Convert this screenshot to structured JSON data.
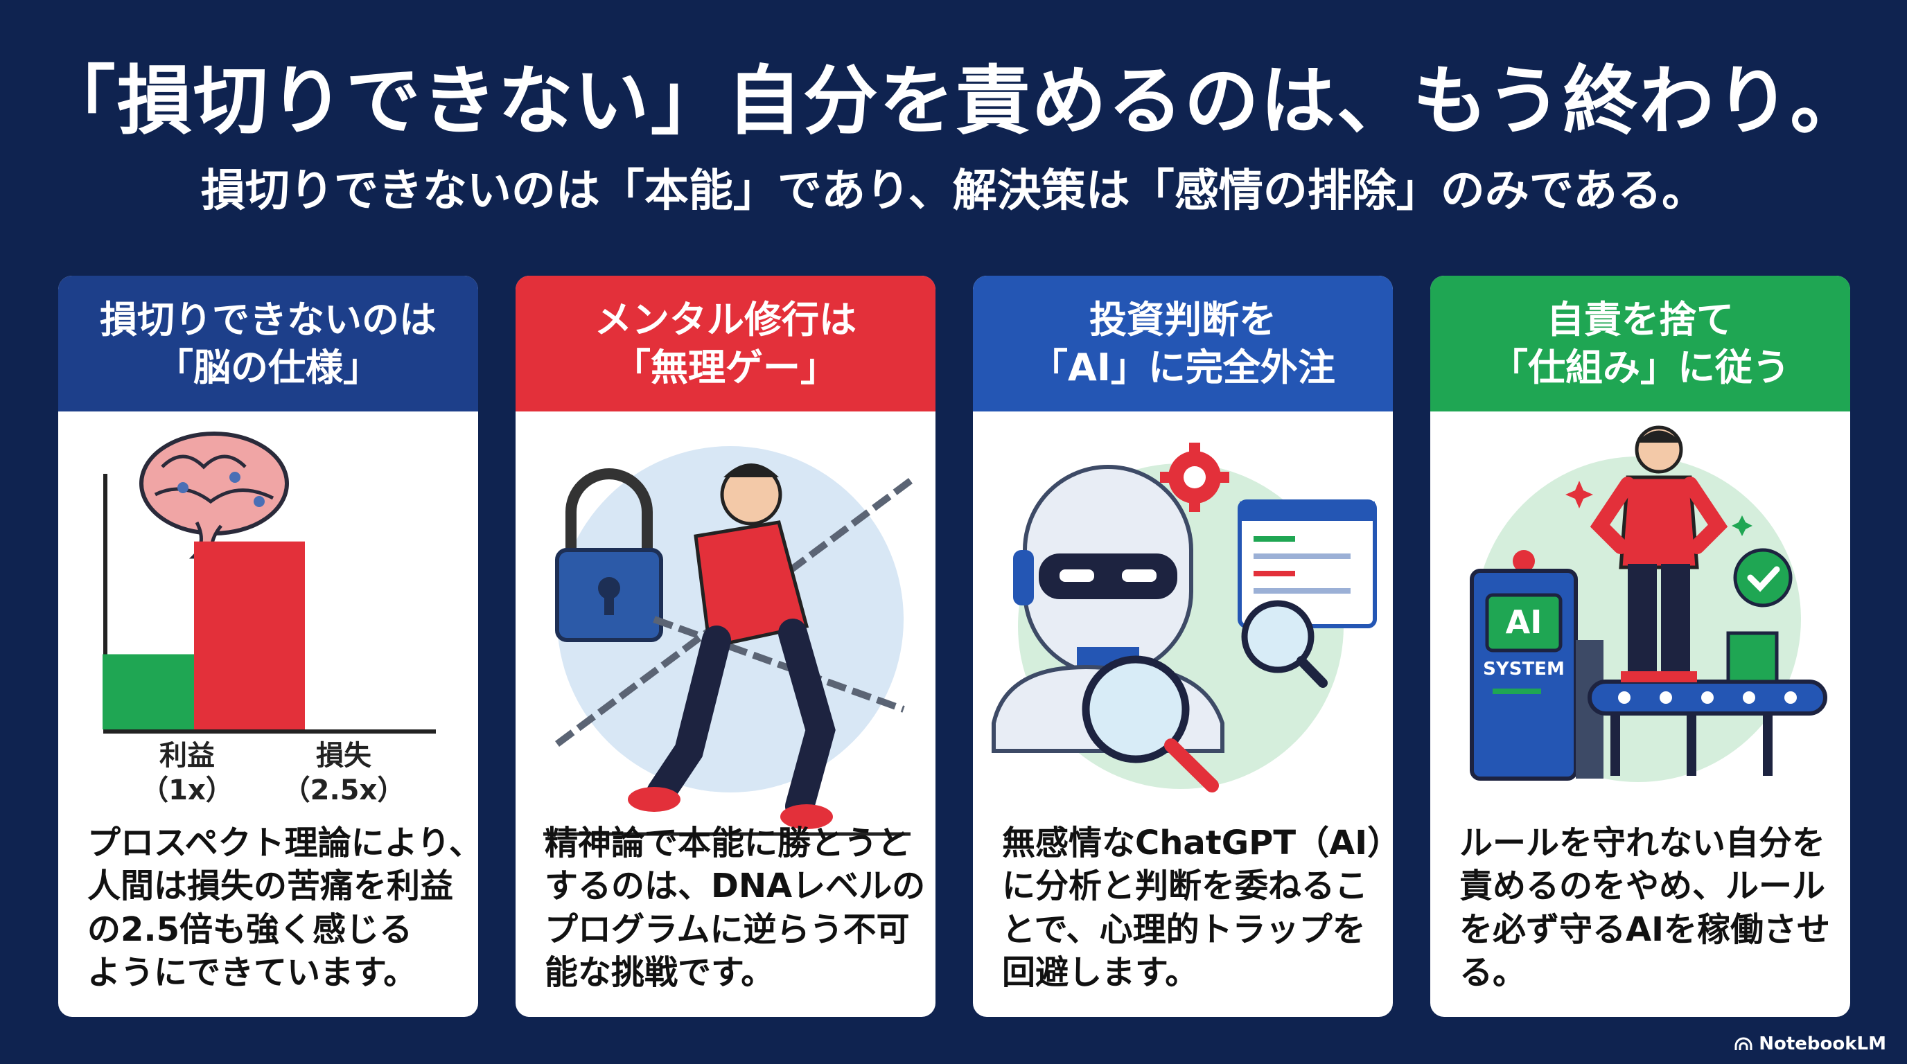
{
  "title": "「損切りできない」自分を責めるのは、もう終わり。",
  "subtitle": "損切りできないのは「本能」であり、解決策は「感情の排除」のみである。",
  "cards": [
    {
      "header": [
        "損切りできないのは",
        "「脳の仕様」"
      ],
      "color": "#1d3f8a",
      "body": [
        "プロスペクト理論により、",
        "人間は損失の苦痛を利益",
        "の2.5倍も強く感じる",
        "ようにできています。"
      ]
    },
    {
      "header": [
        "メンタル修行は",
        "「無理ゲー」"
      ],
      "color": "#e3303a",
      "body": [
        "精神論で本能に勝とうと",
        "するのは、DNAレベルの",
        "プログラムに逆らう不可",
        "能な挑戦です。"
      ]
    },
    {
      "header": [
        "投資判断を",
        "「AI」に完全外注"
      ],
      "color": "#2456b4",
      "body": [
        "無感情なChatGPT（AI）",
        "に分析と判断を委ねるこ",
        "とで、心理的トラップを",
        "回避します。"
      ]
    },
    {
      "header": [
        "自責を捨て",
        "「仕組み」に従う"
      ],
      "color": "#1fa653",
      "body": [
        "ルールを守れない自分を",
        "責めるのをやめ、ルール",
        "を必ず守るAIを稼働させ",
        "る。"
      ]
    }
  ],
  "chart_data": {
    "type": "bar",
    "categories": [
      "利益",
      "損失"
    ],
    "category_notes": [
      "（1x）",
      "（2.5x）"
    ],
    "values": [
      1,
      2.5
    ],
    "colors": [
      "#1fa653",
      "#e3303a"
    ],
    "ylim": [
      0,
      3.4
    ]
  },
  "illustrations": {
    "ai_label": "AI",
    "system_label": "SYSTEM"
  },
  "brand": "NotebookLM"
}
